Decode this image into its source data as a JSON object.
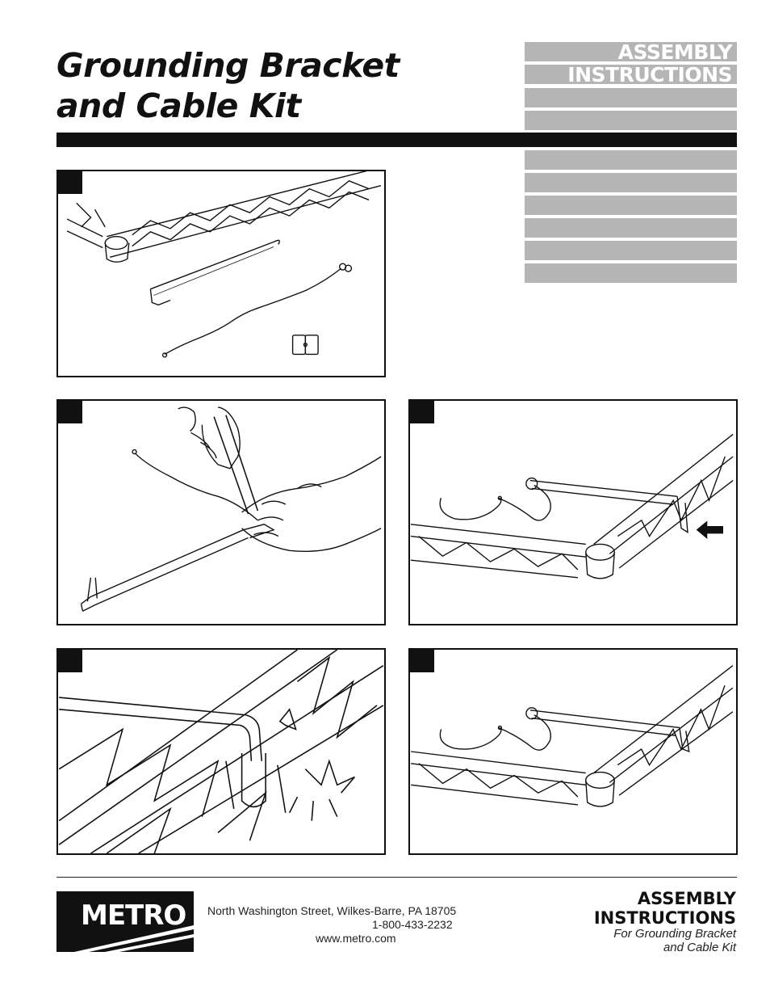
{
  "document": {
    "title_line1": "Grounding Bracket",
    "title_line2": "and Cable Kit",
    "header_label_line1": "ASSEMBLY",
    "header_label_line2": "INSTRUCTIONS"
  },
  "footer": {
    "brand": "METRO",
    "address": "North Washington Street, Wilkes-Barre, PA 18705",
    "phone": "1-800-433-2232",
    "website": "www.metro.com",
    "heading_line1": "ASSEMBLY",
    "heading_line2": "INSTRUCTIONS",
    "sub_line1": "For Grounding Bracket",
    "sub_line2": "and Cable Kit"
  },
  "colors": {
    "ink": "#111111",
    "gray_bar": "#b5b5b5",
    "paper": "#ffffff"
  }
}
